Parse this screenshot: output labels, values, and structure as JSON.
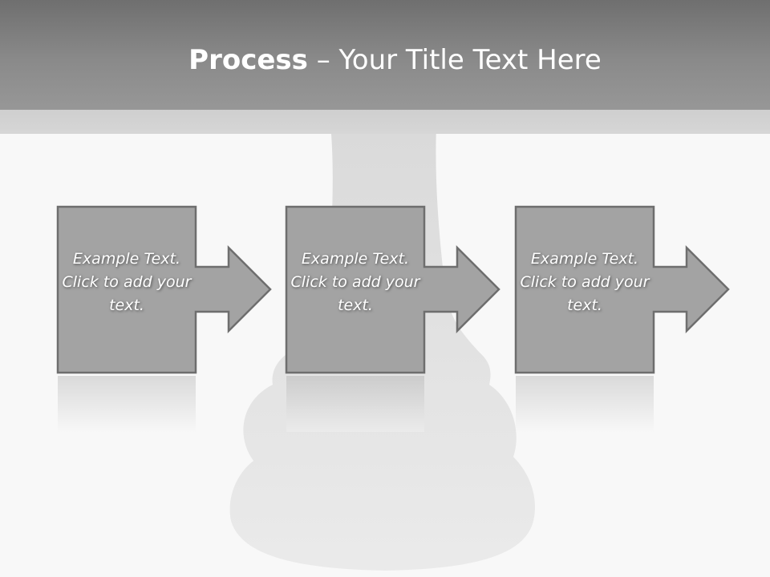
{
  "title": {
    "bold": "Process",
    "dash": " – ",
    "rest": "Your Title Text Here"
  },
  "steps": [
    {
      "text": "Example Text. Click  to add your text."
    },
    {
      "text": "Example Text. Click  to add your text."
    },
    {
      "text": "Example Text. Click  to add your text."
    }
  ],
  "colors": {
    "header": "#8a8a8a",
    "box_fill": "#a3a3a3",
    "box_stroke": "#6e6e6e",
    "background": "#f8f8f8"
  }
}
